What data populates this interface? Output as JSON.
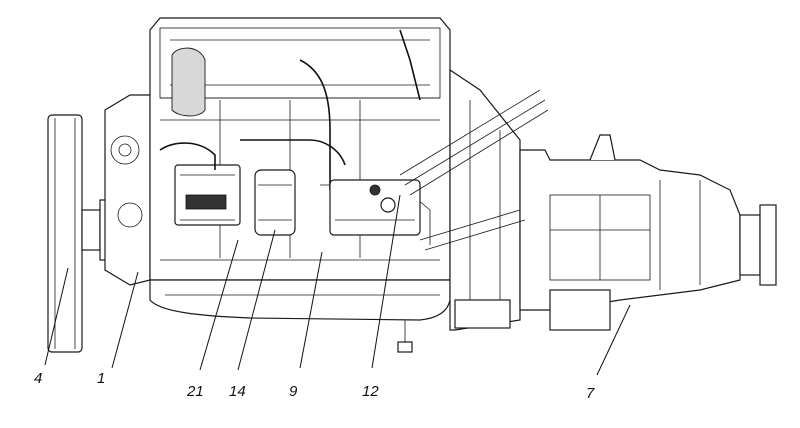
{
  "diagram": {
    "callouts": [
      {
        "id": "4",
        "text": "4"
      },
      {
        "id": "1",
        "text": "1"
      },
      {
        "id": "21",
        "text": "21"
      },
      {
        "id": "14",
        "text": "14"
      },
      {
        "id": "9",
        "text": "9"
      },
      {
        "id": "12",
        "text": "12"
      },
      {
        "id": "7",
        "text": "7"
      }
    ]
  }
}
